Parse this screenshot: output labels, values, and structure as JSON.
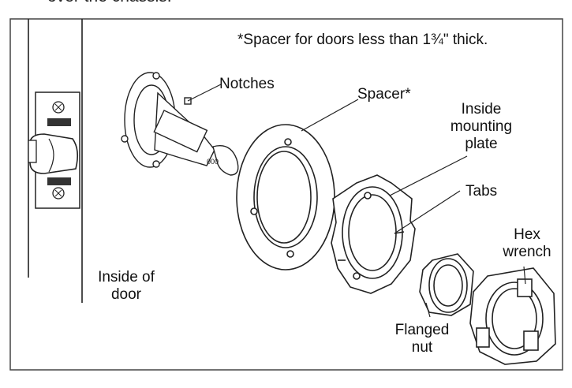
{
  "header_partial": "over the chassis.",
  "labels": {
    "note": "*Spacer for doors less than 1¾\" thick.",
    "notches": "Notches",
    "spacer": "Spacer*",
    "inside_mounting_plate": [
      "Inside",
      "mounting",
      "plate"
    ],
    "tabs": "Tabs",
    "hex_wrench": [
      "Hex",
      "wrench"
    ],
    "inside_of_door": [
      "Inside of",
      "door"
    ],
    "flanged_nut": [
      "Flanged",
      "nut"
    ]
  }
}
